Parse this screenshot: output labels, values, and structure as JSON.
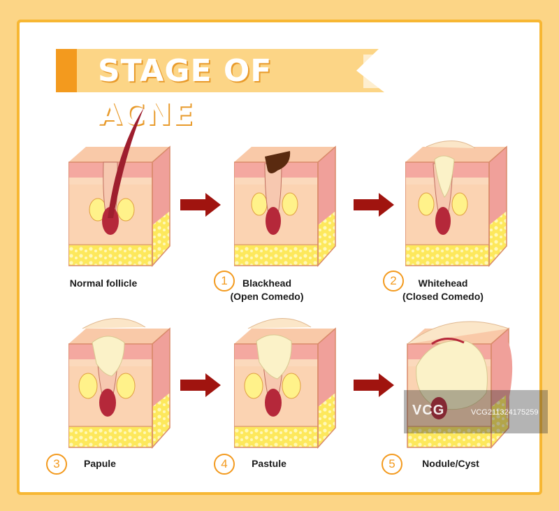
{
  "title": "STAGE OF ACNE",
  "stages": [
    {
      "number": "",
      "name": "Normal follicle",
      "sub": ""
    },
    {
      "number": "1",
      "name": "Blackhead",
      "sub": "(Open Comedo)"
    },
    {
      "number": "2",
      "name": "Whitehead",
      "sub": "(Closed Comedo)"
    },
    {
      "number": "3",
      "name": "Papule",
      "sub": ""
    },
    {
      "number": "4",
      "name": "Pastule",
      "sub": ""
    },
    {
      "number": "5",
      "name": "Nodule/Cyst",
      "sub": ""
    }
  ],
  "watermark": {
    "logo": "VCG",
    "text": "VCG211324175259"
  },
  "colors": {
    "background": "#fcd586",
    "border": "#f7b733",
    "banner": "#fcd586",
    "banner_accent": "#f39a1e",
    "number_ring": "#f39a1e",
    "arrow": "#a0140f",
    "skin": "#f6b8a8",
    "fat": "#fff06a",
    "follicle": "#b5283a"
  },
  "icons": [
    "arrow-right-icon",
    "hair-follicle-icon"
  ]
}
